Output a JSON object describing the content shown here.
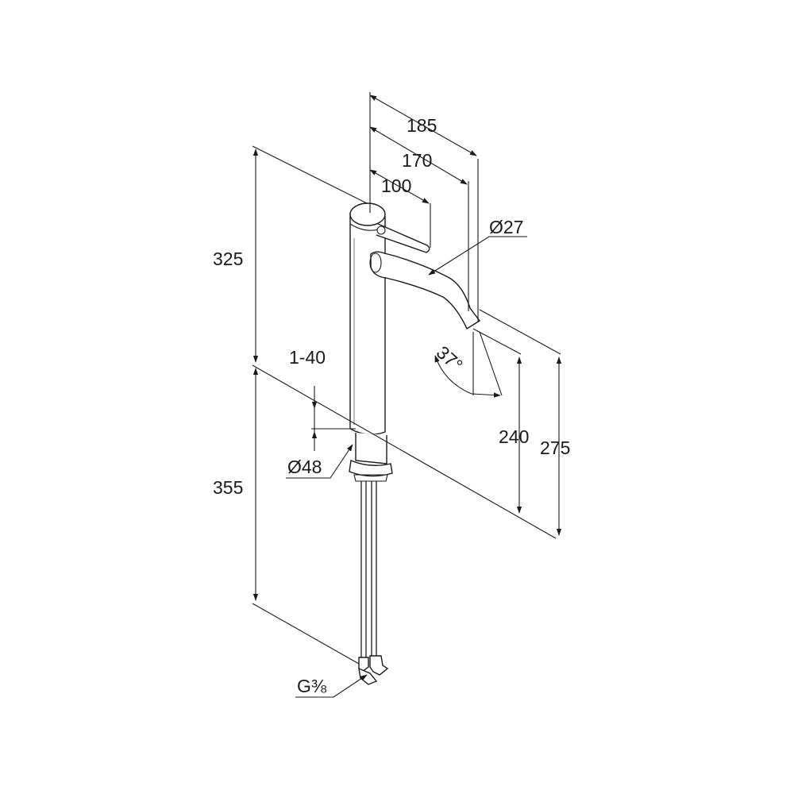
{
  "drawing": {
    "dimensions": {
      "width_outer": "185",
      "width_middle": "170",
      "width_inner": "100",
      "spout_diameter": "Ø27",
      "height_upper": "325",
      "height_lower": "355",
      "deck_thickness": "1-40",
      "body_diameter": "Ø48",
      "spout_angle": "37°",
      "outlet_height": "240",
      "spout_height": "275",
      "connection_thread": "G⅜"
    }
  }
}
